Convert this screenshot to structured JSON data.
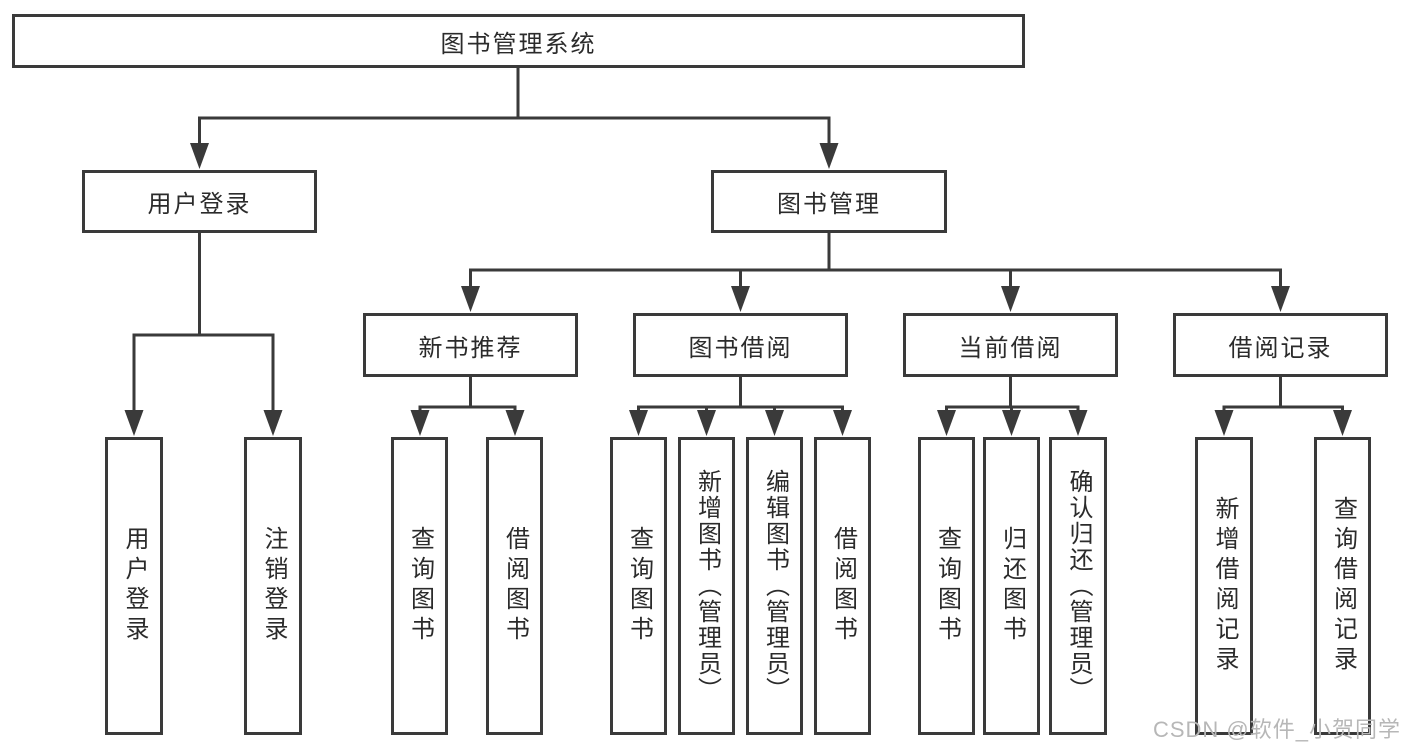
{
  "diagram": {
    "root": {
      "label": "图书管理系统"
    },
    "branches": {
      "user_login": {
        "label": "用户登录",
        "children": {
          "login": {
            "label": "用户登录"
          },
          "logout": {
            "label": "注销登录"
          }
        }
      },
      "book_management": {
        "label": "图书管理",
        "children": {
          "new_book_recommend": {
            "label": "新书推荐",
            "children": {
              "query_book": {
                "label": "查询图书"
              },
              "borrow_book": {
                "label": "借阅图书"
              }
            }
          },
          "book_borrow": {
            "label": "图书借阅",
            "children": {
              "query_book": {
                "label": "查询图书"
              },
              "add_book": {
                "label": "新增图书（管理员）"
              },
              "edit_book": {
                "label": "编辑图书（管理员）"
              },
              "borrow_book": {
                "label": "借阅图书"
              }
            }
          },
          "current_borrow": {
            "label": "当前借阅",
            "children": {
              "query_book": {
                "label": "查询图书"
              },
              "return_book": {
                "label": "归还图书"
              },
              "confirm_return": {
                "label": "确认归还（管理员）"
              }
            }
          },
          "borrow_records": {
            "label": "借阅记录",
            "children": {
              "add_record": {
                "label": "新增借阅记录"
              },
              "query_record": {
                "label": "查询借阅记录"
              }
            }
          }
        }
      }
    }
  },
  "watermark": {
    "text": "CSDN @软件_小贺同学"
  },
  "colors": {
    "line": "#3a3a3a",
    "text": "#2b2b2b",
    "background": "#ffffff",
    "watermark": "#b7b7b7"
  }
}
